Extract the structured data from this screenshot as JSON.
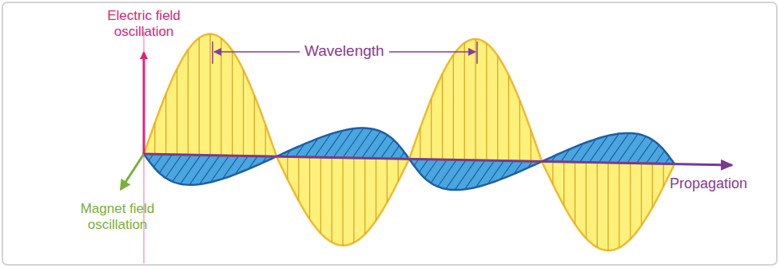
{
  "diagram": {
    "labels": [
      "Electric field oscillation",
      "Wavelength",
      "Magnet field oscillation",
      "Propagation"
    ]
  }
}
